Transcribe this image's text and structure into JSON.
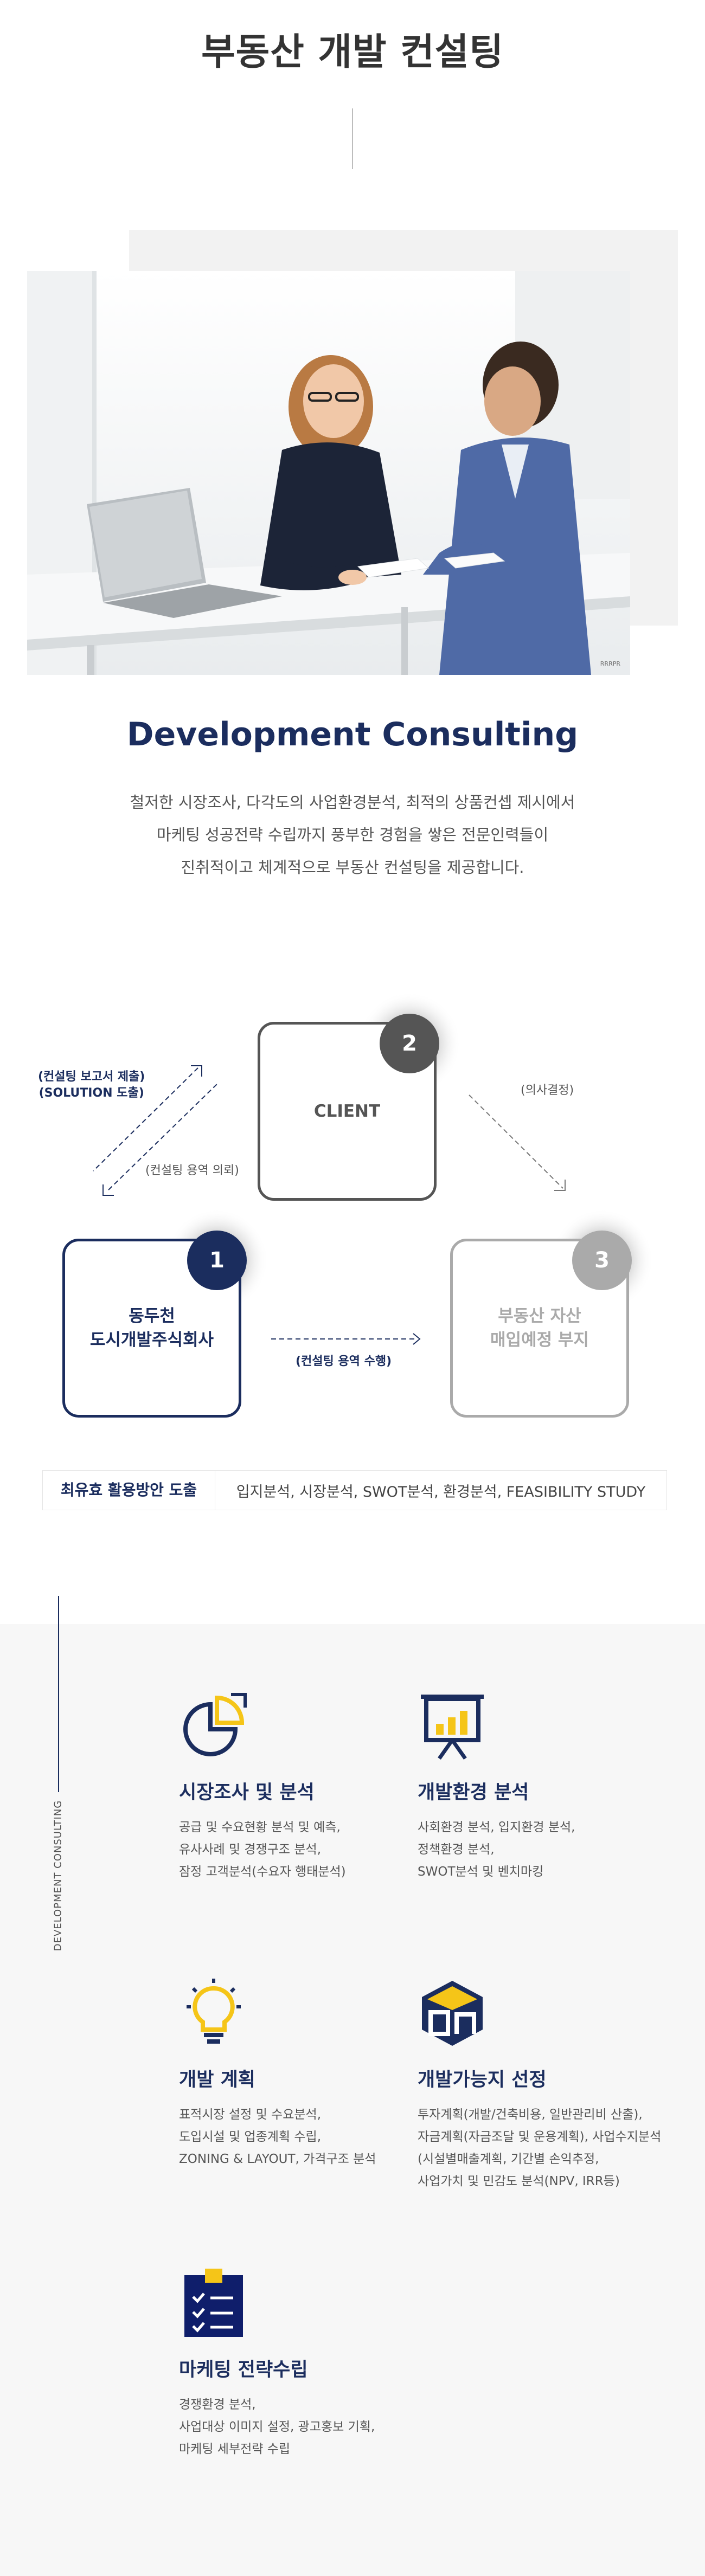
{
  "page": {
    "title": "부동산 개발 컨설팅",
    "photo_watermark": "RRRPR"
  },
  "intro": {
    "heading": "Development Consulting",
    "lines": [
      "철저한 시장조사, 다각도의 사업환경분석, 최적의 상품컨셉 제시에서",
      "마케팅 성공전략 수립까지 풍부한 경험을 쌓은 전문인력들이",
      "진취적이고 체계적으로 부동산 컨설팅을 제공합니다."
    ]
  },
  "diagram": {
    "nodes": [
      {
        "number": "1",
        "label": "동두천\n도시개발주식회사",
        "color": "#1b2d5e"
      },
      {
        "number": "2",
        "label": "CLIENT",
        "color": "#555555"
      },
      {
        "number": "3",
        "label": "부동산 자산\n매입예정 부지",
        "color": "#aaaaaa"
      }
    ],
    "flows": {
      "solution": "(컨설팅 보고서 제출)\n(SOLUTION 도출)",
      "request": "(컨설팅 용역 의뢰)",
      "decision": "(의사결정)",
      "perform": "(컨설팅 용역 수행)"
    }
  },
  "summary": {
    "key": "최유효 활용방안 도출",
    "value": "입지분석, 시장분석, SWOT분석, 환경분석, FEASIBILITY STUDY"
  },
  "services": {
    "side_label": "DEVELOPMENT CONSULTING",
    "items": [
      {
        "icon": "pie-chart-icon",
        "title": "시장조사 및 분석",
        "lines": [
          "공급 및 수요현황 분석 및 예측,",
          "유사사례 및 경쟁구조 분석,",
          "잠정 고객분석(수요자 행태분석)"
        ]
      },
      {
        "icon": "presentation-board-icon",
        "title": "개발환경 분석",
        "lines": [
          "사회환경 분석, 입지환경 분석,",
          "정책환경 분석,",
          "SWOT분석 및 벤치마킹"
        ]
      },
      {
        "icon": "light-bulb-icon",
        "title": "개발 계획",
        "lines": [
          "표적시장 설정 및 수요분석,",
          "도입시설 및 업종계획 수립,",
          "ZONING & LAYOUT, 가격구조 분석"
        ]
      },
      {
        "icon": "company-logo-icon",
        "title": "개발가능지 선정",
        "lines": [
          "투자계획(개발/건축비용, 일반관리비 산출),",
          "자금계획(자금조달 및 운용계획), 사업수지분석",
          "(시설별매출계획, 기간별 손익추정,",
          "사업가치 및 민감도 분석(NPV, IRR등)"
        ]
      },
      {
        "icon": "checklist-icon",
        "title": "마케팅 전략수립",
        "lines": [
          "경쟁환경 분석,",
          "사업대상 이미지 설정, 광고홍보 기획,",
          "마케팅 세부전략 수립"
        ]
      }
    ]
  },
  "colors": {
    "navy": "#1b2d5e",
    "accent_yellow": "#f5c518",
    "gray_dark": "#555555",
    "gray_light": "#aaaaaa"
  }
}
